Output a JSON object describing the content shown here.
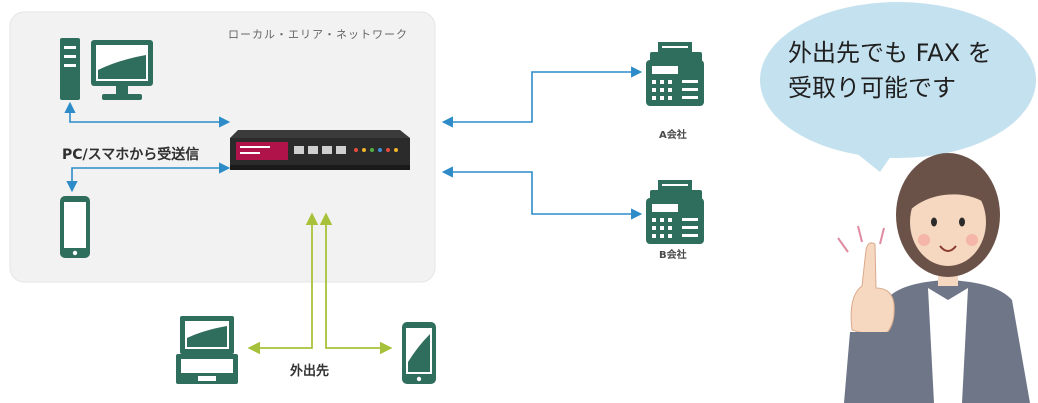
{
  "lan": {
    "label": "ローカル・エリア・ネットワーク"
  },
  "pc_label": "PC/スマホから受送信",
  "fax": {
    "a_label": "A会社",
    "b_label": "B会社"
  },
  "remote": {
    "label": "外出先"
  },
  "bubble": {
    "line1": "外出先でも FAX を",
    "line2": "受取り可能です"
  },
  "colors": {
    "lan_bg": "#f2f2f2",
    "device_green": "#2f6d5c",
    "arrow_blue": "#2d8cc8",
    "arrow_green": "#a7c23a",
    "bubble_blue": "#c4e1ef",
    "router_body": "#2b2b2b",
    "router_accent": "#b0124a"
  }
}
